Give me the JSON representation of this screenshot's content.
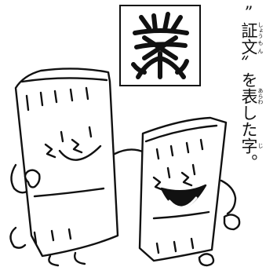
{
  "seal": {
    "glyph_name": "seal-script-ken-character"
  },
  "caption": {
    "segments": [
      {
        "text": "”"
      },
      {
        "text": "証",
        "ruby": "しょう"
      },
      {
        "text": "文",
        "ruby": "もん"
      },
      {
        "text": "〟を"
      },
      {
        "text": "表",
        "ruby": "あらわ"
      },
      {
        "text": "した"
      },
      {
        "text": "字",
        "ruby": "じ"
      },
      {
        "text": "。"
      }
    ]
  },
  "characters": {
    "left": {
      "name": "tally-stick-character-smiling"
    },
    "right": {
      "name": "tally-stick-character-laughing"
    }
  }
}
